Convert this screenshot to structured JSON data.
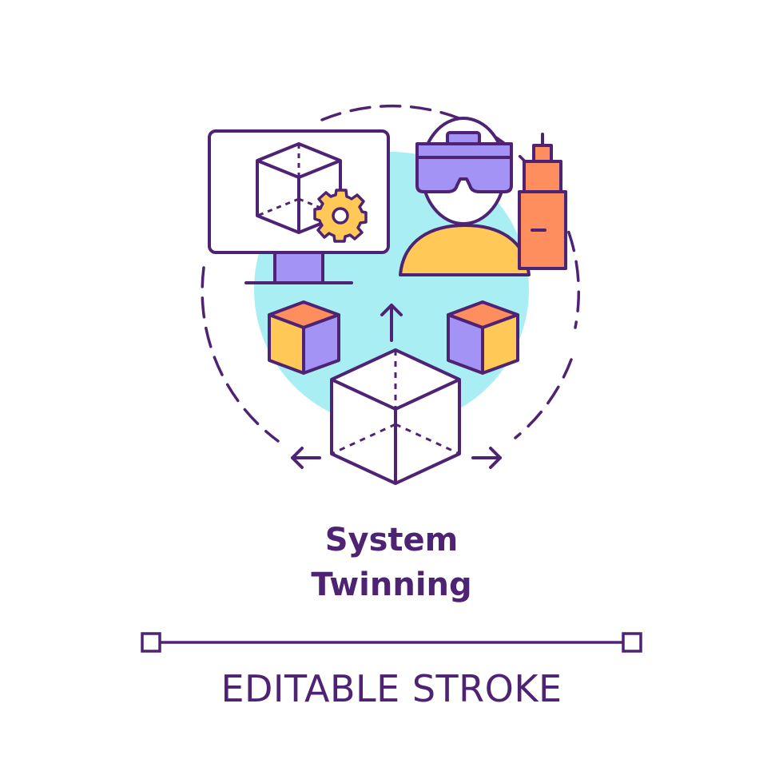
{
  "title": {
    "line1": "System",
    "line2": "Twinning"
  },
  "footer": {
    "label": "EDITABLE STROKE"
  },
  "icons": {
    "monitor": "monitor-icon",
    "cube_on_screen": "cube-icon",
    "gear": "gear-icon",
    "vr_user": "vr-headset-user-icon",
    "tower": "building-tower-icon",
    "big_cube": "wireframe-cube-icon",
    "small_cube_left": "small-cube-icon",
    "small_cube_right": "small-cube-icon",
    "arrows": "arrow-icon"
  },
  "colors": {
    "stroke": "#4f2373",
    "accent_circle": "#a8eef2",
    "purple_fill": "#a393f5",
    "orange_fill": "#ff8e5e",
    "yellow_fill": "#ffc857",
    "background": "#ffffff"
  }
}
